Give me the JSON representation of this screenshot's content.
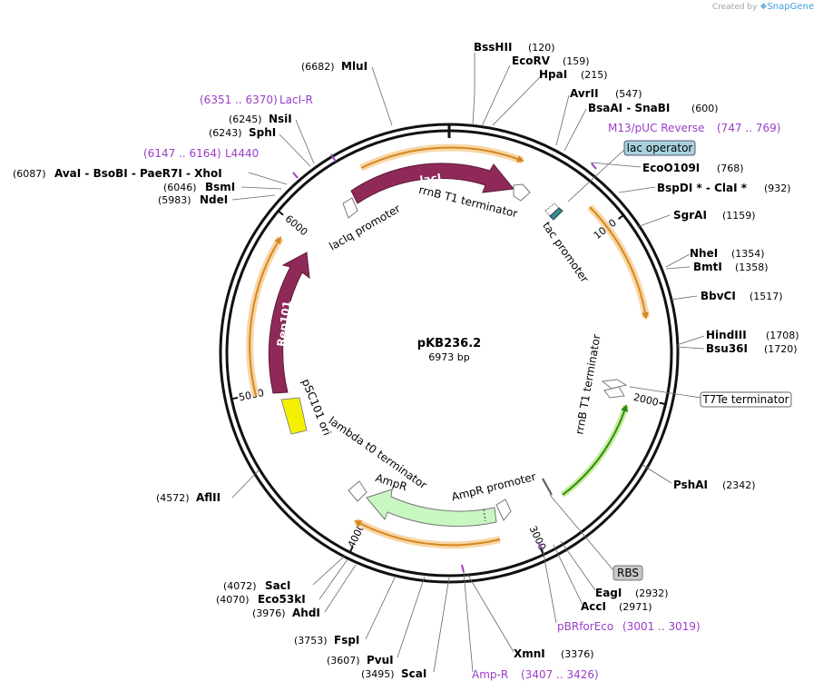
{
  "header": {
    "created_by": "Created by",
    "brand": "SnapGene"
  },
  "plasmid": {
    "name": "pKB236.2",
    "length_label": "6973 bp",
    "length_bp": 6973
  },
  "ticks": [
    "1000",
    "2000",
    "3000",
    "4000",
    "5000",
    "6000"
  ],
  "features": {
    "lacI": "lacI",
    "rrnB_top": "rrnB T1 terminator",
    "lacIq": "lacIq promoter",
    "tac": "tac promoter",
    "rep101": "Rep101",
    "psc101": "pSC101 ori",
    "lambda": "lambda t0 terminator",
    "ampR": "AmpR",
    "ampR_promoter": "AmpR promoter",
    "rrnB_right": "rrnB T1 terminator"
  },
  "boxes": {
    "lac_operator": "lac operator",
    "t7te": "T7Te terminator",
    "rbs": "RBS"
  },
  "sites": [
    {
      "id": "bsshii",
      "name": "BssHII",
      "pos": "(120)"
    },
    {
      "id": "ecorv",
      "name": "EcoRV",
      "pos": "(159)"
    },
    {
      "id": "hpai",
      "name": "HpaI",
      "pos": "(215)"
    },
    {
      "id": "avrii",
      "name": "AvrII",
      "pos": "(547)"
    },
    {
      "id": "bsaai",
      "name": "BsaAI - SnaBI",
      "pos": "(600)"
    },
    {
      "id": "eco0109i",
      "name": "EcoO109I",
      "pos": "(768)"
    },
    {
      "id": "bspdi",
      "name": "BspDI * - ClaI *",
      "pos": "(932)"
    },
    {
      "id": "sgrai",
      "name": "SgrAI",
      "pos": "(1159)"
    },
    {
      "id": "nhei",
      "name": "NheI",
      "pos": "(1354)"
    },
    {
      "id": "bmti",
      "name": "BmtI",
      "pos": "(1358)"
    },
    {
      "id": "bbvci",
      "name": "BbvCI",
      "pos": "(1517)"
    },
    {
      "id": "hindiii",
      "name": "HindIII",
      "pos": "(1708)"
    },
    {
      "id": "bsu36i",
      "name": "Bsu36I",
      "pos": "(1720)"
    },
    {
      "id": "pshai",
      "name": "PshAI",
      "pos": "(2342)"
    },
    {
      "id": "eagi",
      "name": "EagI",
      "pos": "(2932)"
    },
    {
      "id": "acci",
      "name": "AccI",
      "pos": "(2971)"
    },
    {
      "id": "xmni",
      "name": "XmnI",
      "pos": "(3376)"
    },
    {
      "id": "scai",
      "name": "ScaI",
      "pos": "(3495)"
    },
    {
      "id": "pvui",
      "name": "PvuI",
      "pos": "(3607)"
    },
    {
      "id": "fspi",
      "name": "FspI",
      "pos": "(3753)"
    },
    {
      "id": "ahdi",
      "name": "AhdI",
      "pos": "(3976)"
    },
    {
      "id": "eco53ki",
      "name": "Eco53kI",
      "pos": "(4070)"
    },
    {
      "id": "saci",
      "name": "SacI",
      "pos": "(4072)"
    },
    {
      "id": "aflii",
      "name": "AflII",
      "pos": "(4572)"
    },
    {
      "id": "ndei",
      "name": "NdeI",
      "pos": "(5983)"
    },
    {
      "id": "bsmi",
      "name": "BsmI",
      "pos": "(6046)"
    },
    {
      "id": "avai",
      "name": "AvaI - BsoBI - PaeR7I - XhoI",
      "pos": "(6087)"
    },
    {
      "id": "sphi",
      "name": "SphI",
      "pos": "(6243)"
    },
    {
      "id": "nsii",
      "name": "NsiI",
      "pos": "(6245)"
    },
    {
      "id": "mlui",
      "name": "MluI",
      "pos": "(6682)"
    }
  ],
  "primers": [
    {
      "id": "laci_r",
      "name": "LacI-R",
      "range": "(6351 .. 6370)"
    },
    {
      "id": "l4440",
      "name": "L4440",
      "range": "(6147 .. 6164)"
    },
    {
      "id": "m13",
      "name": "M13/pUC Reverse",
      "range": "(747 .. 769)"
    },
    {
      "id": "pbrforeco",
      "name": "pBRforEco",
      "range": "(3001 .. 3019)"
    },
    {
      "id": "amp_r",
      "name": "Amp-R",
      "range": "(3407 .. 3426)"
    }
  ],
  "colors": {
    "backbone": "#111111",
    "cds": "#8f2a58",
    "terminator_outline": "#666666",
    "orf": "#d7861e",
    "orf_glow": "#f7d7a8",
    "ori": "#f5f000",
    "ampr": "#c9f7c2",
    "green_arc": "#2e8b10",
    "green_glow": "#c7ec9c",
    "primer": "#9a3ec8",
    "lac_operator": "#a8d3de",
    "rbs": "#c8c8c8"
  }
}
